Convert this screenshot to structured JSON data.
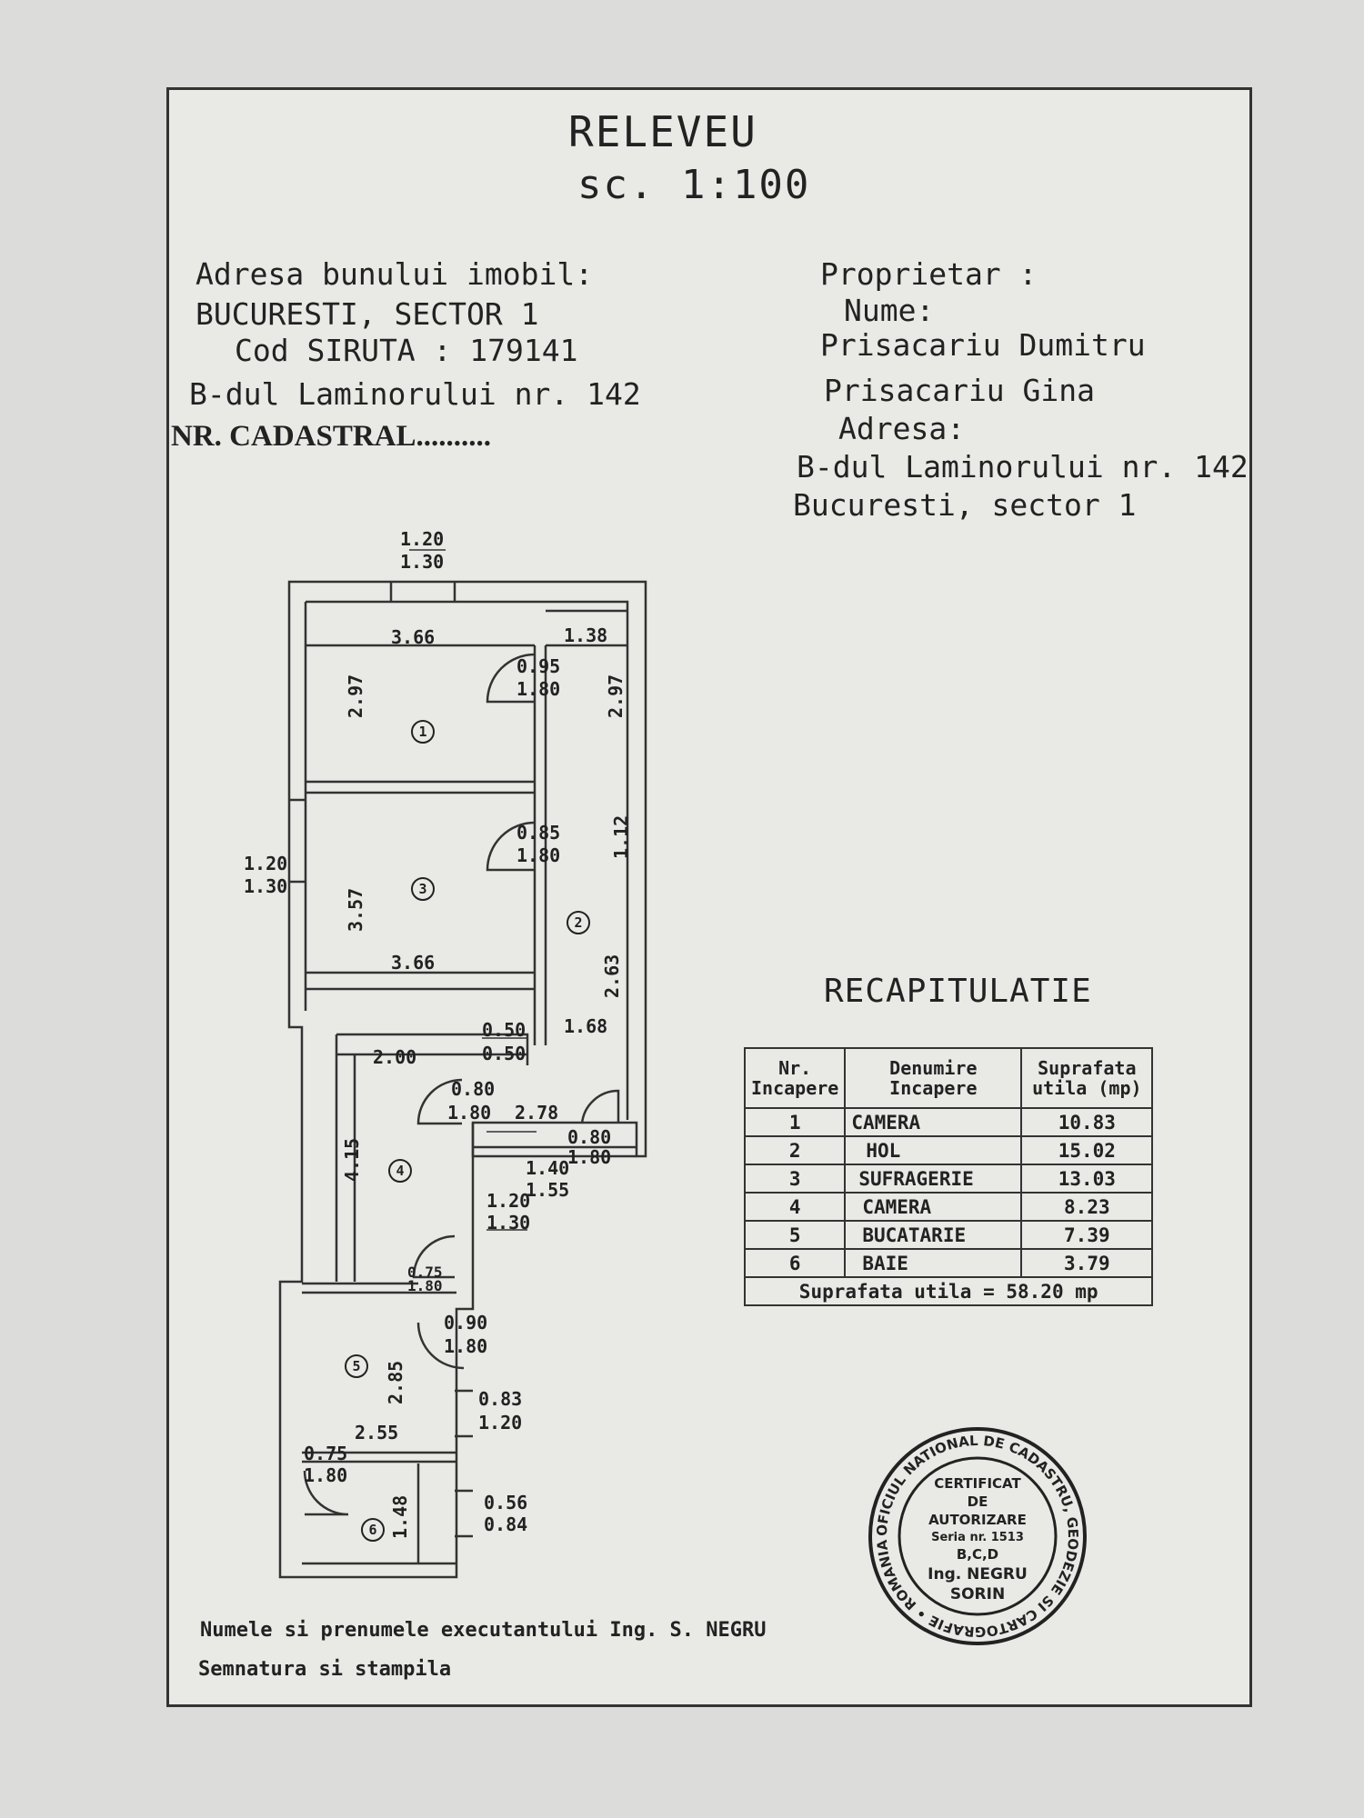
{
  "title": "RELEVEU",
  "scale": "sc. 1:100",
  "property": {
    "address_label": "Adresa bunului imobil:",
    "city_sector": "BUCURESTI, SECTOR 1",
    "siruta": "Cod SIRUTA : 179141",
    "street": "B-dul Laminorului nr. 142",
    "cadastral": "NR. CADASTRAL.........."
  },
  "owner": {
    "label": "Proprietar :",
    "name_label": "Nume:",
    "name_1": "Prisacariu Dumitru",
    "name_2": "Prisacariu Gina",
    "address_label": "Adresa:",
    "street": "B-dul Laminorului nr. 142",
    "city": "Bucuresti, sector 1"
  },
  "plan": {
    "room_numbers": [
      "1",
      "2",
      "3",
      "4",
      "5",
      "6"
    ],
    "dims": {
      "top_window_a": "1.20",
      "top_window_b": "1.30",
      "r1_width": "3.66",
      "r1_depth": "2.97",
      "r2_width": "1.38",
      "r2_depth": "2.97",
      "d1_a": "0.95",
      "d1_b": "1.80",
      "d3_a": "0.85",
      "d3_b": "1.80",
      "left_window_a": "1.20",
      "left_window_b": "1.30",
      "r3_depth": "3.57",
      "r3_width": "3.66",
      "hall_a": "1.12",
      "hall_b": "2.63",
      "hall_w": "1.68",
      "niche_a": "0.50",
      "niche_b": "0.50",
      "r4_width": "2.00",
      "d4_a": "0.80",
      "d4_b": "1.80",
      "corr": "2.78",
      "d_entry_a": "0.80",
      "d_entry_b": "1.80",
      "entry_a": "1.40",
      "entry_b": "1.55",
      "r4_depth": "4.15",
      "w4_a": "1.20",
      "w4_b": "1.30",
      "d45_a": "0.75",
      "d45_b": "1.80",
      "d5_a": "0.90",
      "d5_b": "1.80",
      "r5_depth": "2.85",
      "r5_width": "2.55",
      "w5_a": "0.83",
      "w5_b": "1.20",
      "d6_a": "0.75",
      "d6_b": "1.80",
      "r6_depth": "1.48",
      "w6_a": "0.56",
      "w6_b": "0.84"
    }
  },
  "recap": {
    "title": "RECAPITULATIE",
    "headers": [
      "Nr. Incapere",
      "Denumire Incapere",
      "Suprafata utila (mp)"
    ],
    "rows": [
      {
        "nr": "1",
        "name": "CAMERA",
        "area": "10.83"
      },
      {
        "nr": "2",
        "name": "HOL",
        "area": "15.02"
      },
      {
        "nr": "3",
        "name": "SUFRAGERIE",
        "area": "13.03"
      },
      {
        "nr": "4",
        "name": "CAMERA",
        "area": "8.23"
      },
      {
        "nr": "5",
        "name": "BUCATARIE",
        "area": "7.39"
      },
      {
        "nr": "6",
        "name": "BAIE",
        "area": "3.79"
      }
    ],
    "total": "Suprafata utila = 58.20 mp"
  },
  "footer": {
    "executor": "Numele si prenumele executantului Ing. S. NEGRU",
    "signature": "Semnatura si stampila"
  },
  "stamp": {
    "ring": "OFICIUL NATIONAL DE CADASTRU, GEODEZIE SI CARTOGRAFIE • ROMANIA •",
    "l1": "CERTIFICAT",
    "l2": "DE",
    "l3": "AUTORIZARE",
    "l4": "Seria nr. 1513",
    "l5": "B,C,D",
    "l6": "Ing. NEGRU",
    "l7": "SORIN"
  }
}
